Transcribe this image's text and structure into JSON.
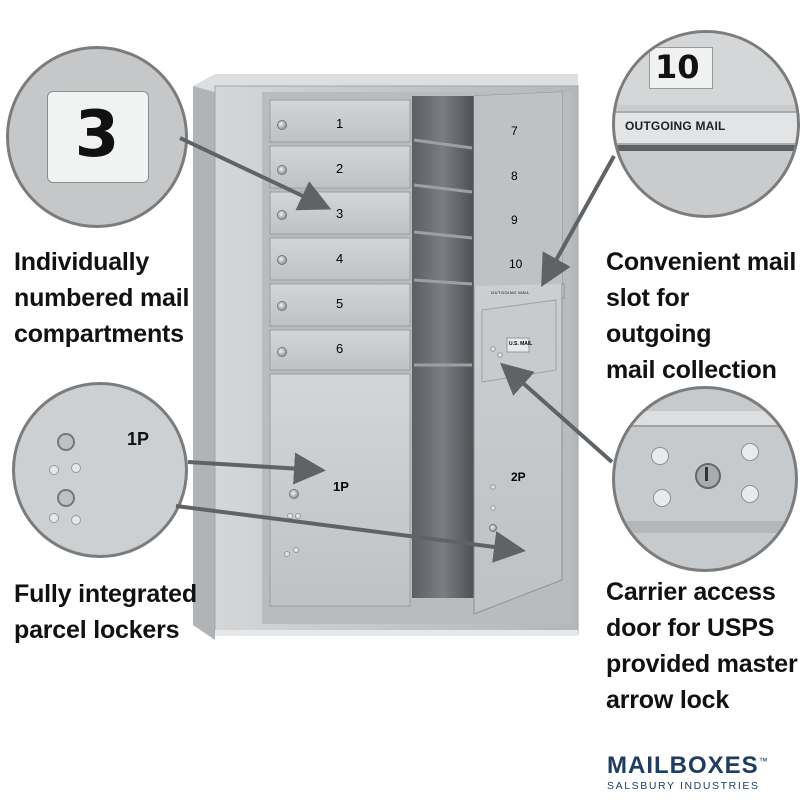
{
  "product": {
    "compartment_numbers": [
      "1",
      "2",
      "3",
      "4",
      "5",
      "6",
      "7",
      "8",
      "9",
      "10"
    ],
    "parcel_labels": [
      "1P",
      "2P"
    ],
    "outgoing_slot_label": "OUTGOING MAIL",
    "door_tag": "U.S. MAIL"
  },
  "callouts": {
    "number_detail": "3",
    "slot_detail_number": "10",
    "slot_detail_label": "OUTGOING MAIL",
    "parcel_detail_label": "1P"
  },
  "features": {
    "numbered": "Individually\nnumbered mail\ncompartments",
    "parcel": "Fully integrated\nparcel lockers",
    "slot": "Convenient mail\nslot for outgoing\nmail collection",
    "carrier": "Carrier access\ndoor for USPS\nprovided master\narrow lock"
  },
  "brand": {
    "name": "MAILBOXES",
    "trademark": "™",
    "sub": "SALSBURY INDUSTRIES"
  },
  "colors": {
    "aluminum": "#c9cbcc",
    "aluminum_dark": "#9ea2a5",
    "callout_ring": "#7c7c7c",
    "arrow": "#5f6366",
    "brand": "#1f3d61"
  }
}
